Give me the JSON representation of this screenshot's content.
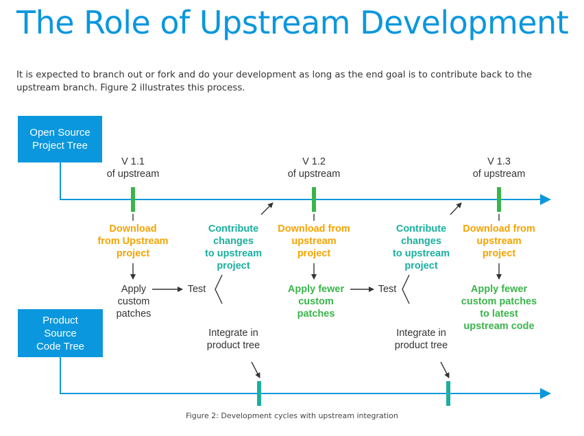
{
  "title": "The Role of Upstream Development",
  "intro": "It is expected to branch out or fork and do your development as long as the end goal is to contribute back to the upstream branch. Figure 2 illustrates this process.",
  "boxes": {
    "open_source": "Open Source\nProject Tree",
    "product": "Product\nSource\nCode Tree"
  },
  "versions": [
    "V 1.1\nof upstream",
    "V 1.2\nof upstream",
    "V 1.3\nof upstream"
  ],
  "steps": {
    "download_1": "Download\nfrom Upstream\nproject",
    "download_2": "Download from\nupstream\nproject",
    "download_3": "Download from\nupstream\nproject",
    "apply_1": "Apply\ncustom\npatches",
    "apply_2": "Apply fewer\ncustom\npatches",
    "apply_3": "Apply fewer\ncustom patches\nto latest\nupstream code",
    "test": "Test",
    "contribute": "Contribute\nchanges\nto upstream\nproject",
    "integrate": "Integrate in\nproduct tree"
  },
  "colors": {
    "blue": "#0a97dd",
    "orange": "#f5a300",
    "teal": "#1aaf9e",
    "green": "#39b54a"
  },
  "caption": "Figure 2: Development cycles with upstream integration"
}
